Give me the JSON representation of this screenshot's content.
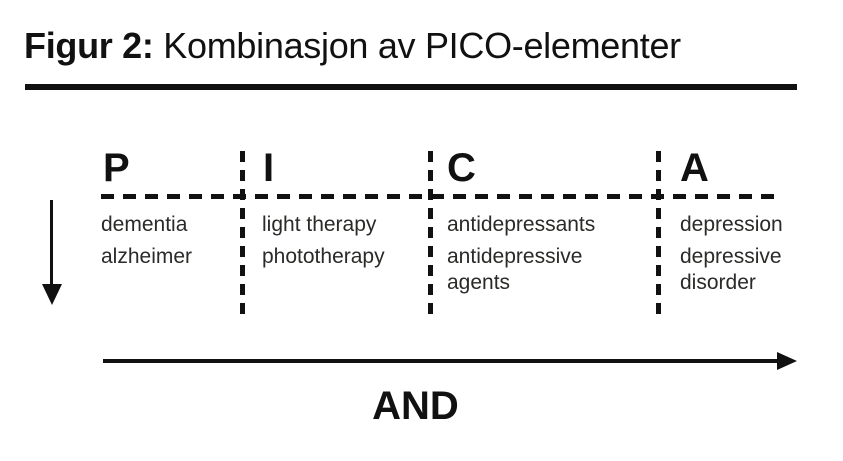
{
  "figure": {
    "title_label": "Figur 2:",
    "title_text": " Kombinasjon av PICO-elementer"
  },
  "diagram": {
    "columns": [
      {
        "letter": "P",
        "terms": [
          {
            "lines": [
              "dementia"
            ]
          },
          {
            "lines": [
              "alzheimer"
            ]
          }
        ]
      },
      {
        "letter": "I",
        "terms": [
          {
            "lines": [
              "light therapy"
            ]
          },
          {
            "lines": [
              "phototherapy"
            ]
          }
        ]
      },
      {
        "letter": "C",
        "terms": [
          {
            "lines": [
              "antidepressants"
            ]
          },
          {
            "lines": [
              "antidepressive",
              "agents"
            ]
          }
        ]
      },
      {
        "letter": "A",
        "terms": [
          {
            "lines": [
              "depression"
            ]
          },
          {
            "lines": [
              "depressive",
              "disorder"
            ]
          }
        ]
      }
    ],
    "operator_label": "AND",
    "icons": {
      "left_icon": "down-arrow-icon",
      "bottom_icon": "right-arrow-icon"
    },
    "colors": {
      "ink": "#111111",
      "body_text": "#2a2a28",
      "background": "#ffffff"
    }
  }
}
